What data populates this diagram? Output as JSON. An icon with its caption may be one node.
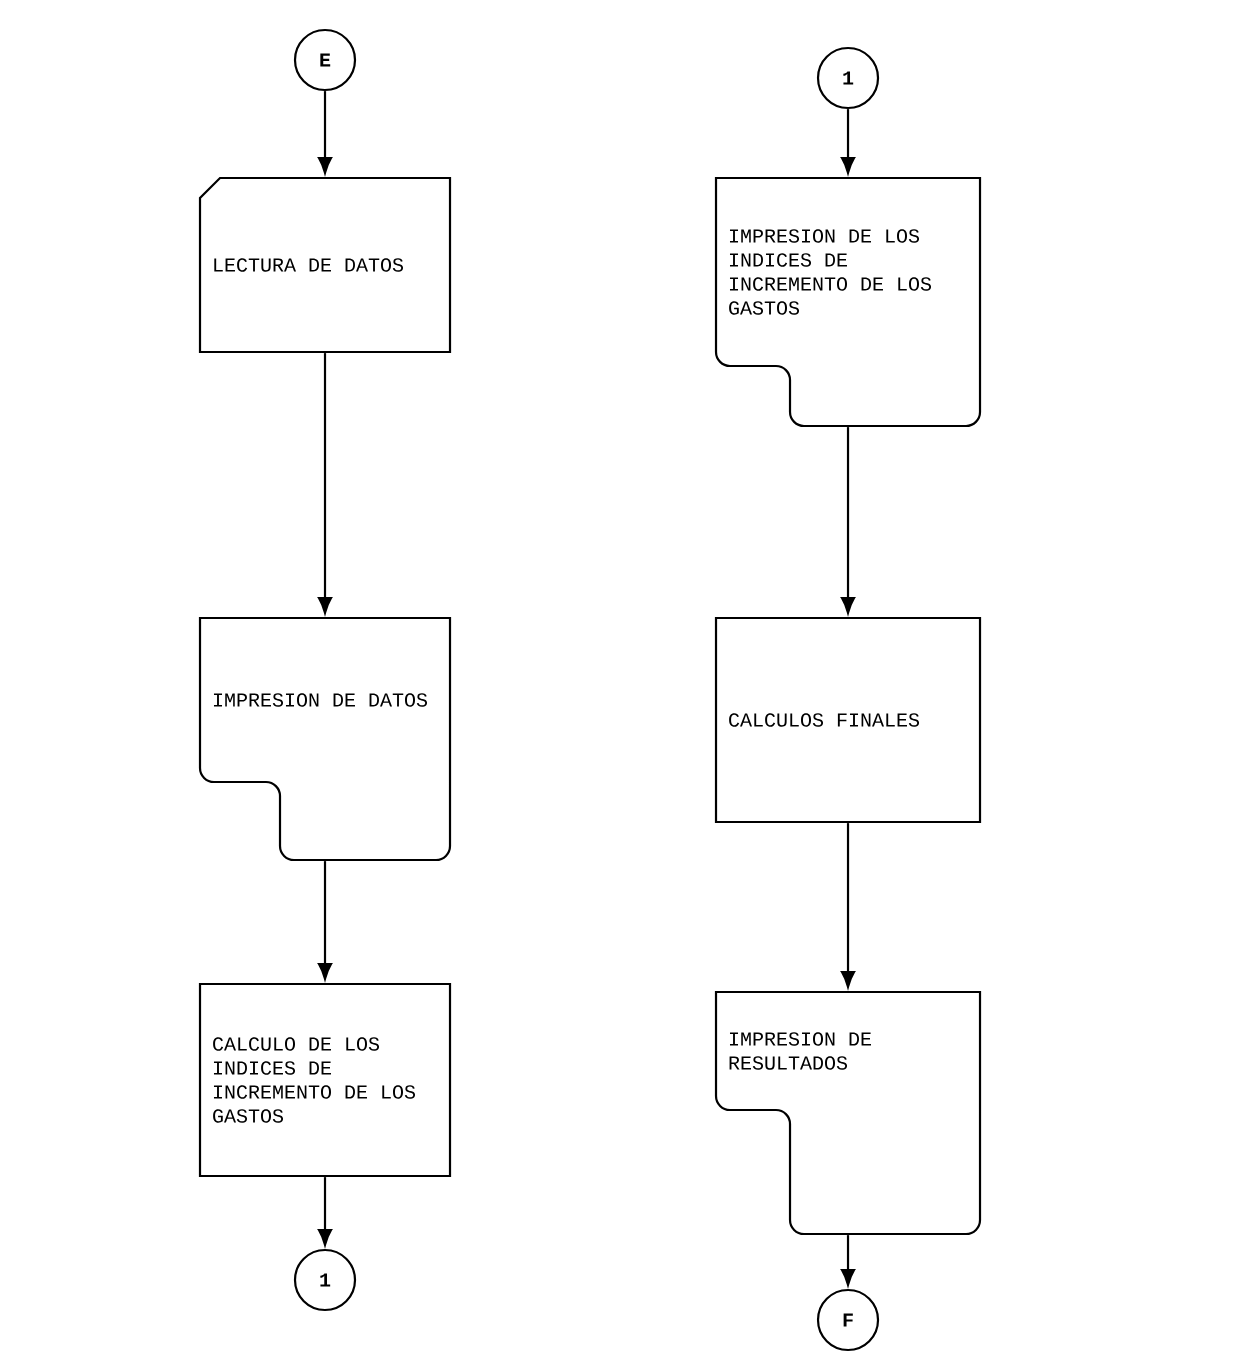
{
  "diagram": {
    "nodes": [
      {
        "text": [
          "E"
        ]
      },
      {
        "text": [
          "LECTURA DE DATOS"
        ]
      },
      {
        "text": [
          "IMPRESION DE DATOS"
        ]
      },
      {
        "text": [
          "CALCULO DE LOS INDICES DE INCREMENTO DE LOS GASTOS"
        ]
      },
      {
        "text": [
          "1"
        ]
      },
      {
        "text": [
          "1"
        ]
      },
      {
        "text": [
          "IMPRESION DE LOS INDICES DE INCREMENTO DE LOS GASTOS"
        ]
      },
      {
        "text": [
          "CALCULOS FINALES"
        ]
      },
      {
        "text": [
          "IMPRESION DE RESULTADOS"
        ]
      },
      {
        "text": [
          "F"
        ]
      }
    ],
    "edges": [
      {
        "from": 0,
        "to": 1,
        "arrow": "to"
      },
      {
        "from": 1,
        "to": 2,
        "arrow": "to"
      },
      {
        "from": 2,
        "to": 3,
        "arrow": "to"
      },
      {
        "from": 3,
        "to": 4,
        "arrow": "to"
      },
      {
        "from": 5,
        "to": 6,
        "arrow": "to"
      },
      {
        "from": 6,
        "to": 7,
        "arrow": "to"
      },
      {
        "from": 7,
        "to": 8,
        "arrow": "to"
      },
      {
        "from": 8,
        "to": 9,
        "arrow": "to"
      }
    ]
  }
}
